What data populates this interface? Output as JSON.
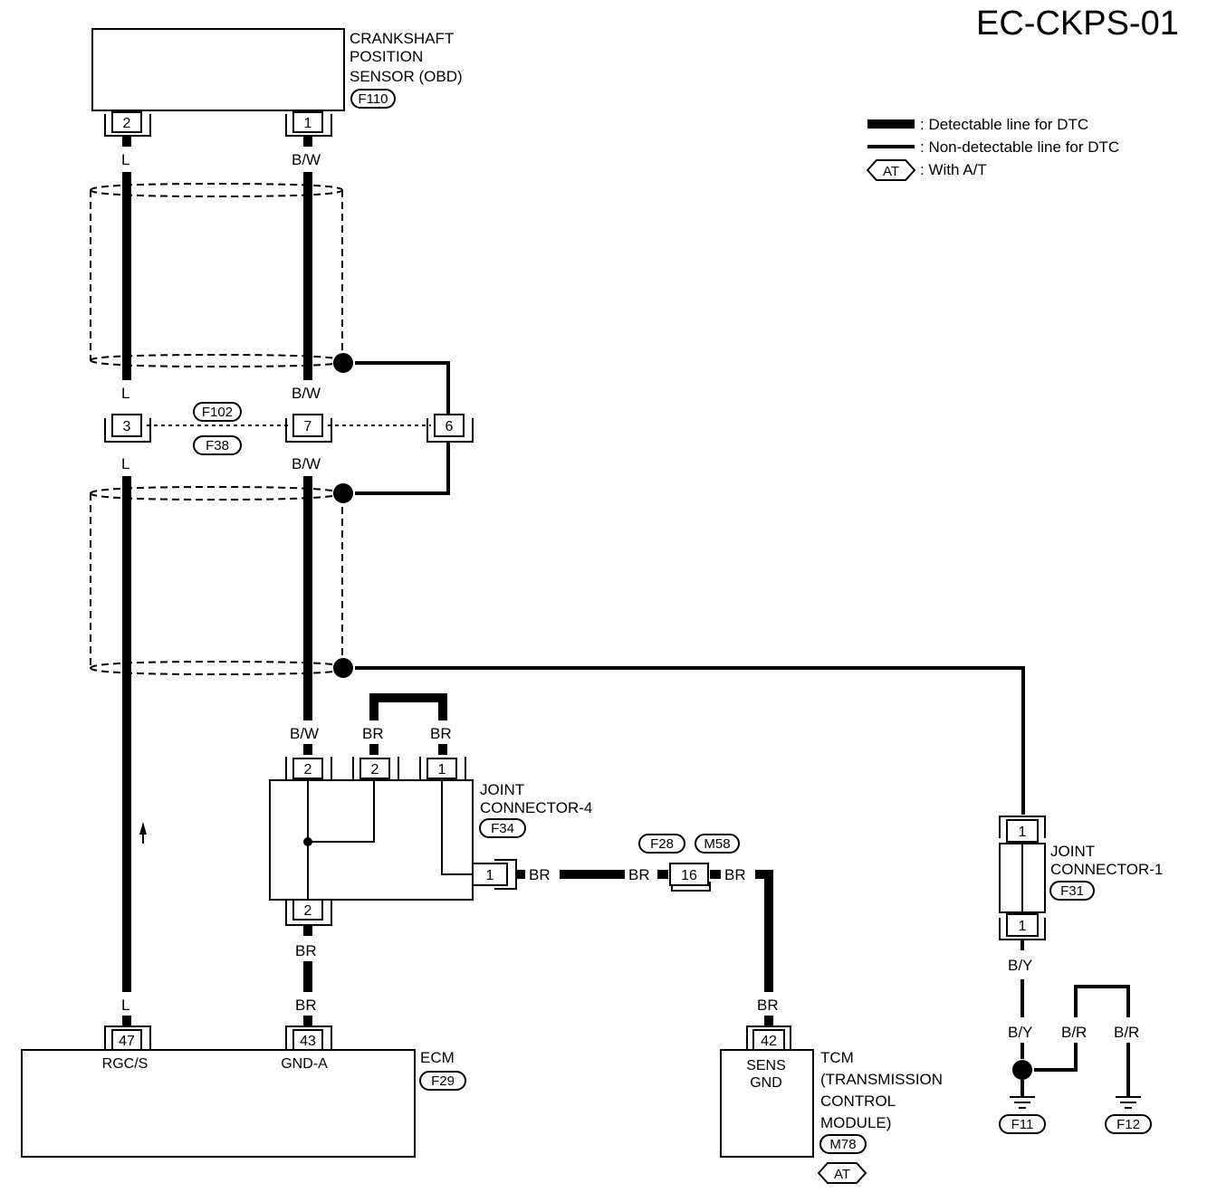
{
  "title": "EC-CKPS-01",
  "legend": {
    "detectable": ": Detectable line for DTC",
    "non_detectable": ": Non-detectable line for DTC",
    "at_symbol": "AT",
    "at_text": ": With A/T"
  },
  "crankshaft_sensor": {
    "line1": "CRANKSHAFT",
    "line2": "POSITION",
    "line3": "SENSOR (OBD)",
    "connector": "F110",
    "pin_a": "2",
    "pin_b": "1"
  },
  "wires": {
    "l": "L",
    "bw": "B/W",
    "br": "BR",
    "by": "B/Y",
    "b_r": "B/R"
  },
  "inline_connector": {
    "id_top": "F102",
    "id_bottom": "F38",
    "pin_l": "3",
    "pin_bw": "7",
    "pin_shield": "6"
  },
  "joint_connector_4": {
    "line1": "JOINT",
    "line2": "CONNECTOR-4",
    "connector": "F34",
    "pin_top1": "2",
    "pin_top2": "2",
    "pin_top3": "1",
    "pin_right": "1",
    "pin_bottom": "2"
  },
  "mid_connector": {
    "id_left": "F28",
    "id_right": "M58",
    "pin": "16"
  },
  "joint_connector_1": {
    "line1": "JOINT",
    "line2": "CONNECTOR-1",
    "connector": "F31",
    "pin_top": "1",
    "pin_bottom": "1"
  },
  "ecm": {
    "name": "ECM",
    "connector": "F29",
    "pin_rgc": "47",
    "pin_gnd": "43",
    "label_rgc": "RGC/S",
    "label_gnd": "GND-A"
  },
  "tcm": {
    "line1": "TCM",
    "line2": "(TRANSMISSION",
    "line3": "CONTROL",
    "line4": "MODULE)",
    "connector": "M78",
    "at": "AT",
    "pin": "42",
    "pin_label1": "SENS",
    "pin_label2": "GND"
  },
  "grounds": {
    "g1": "F11",
    "g2": "F12"
  }
}
